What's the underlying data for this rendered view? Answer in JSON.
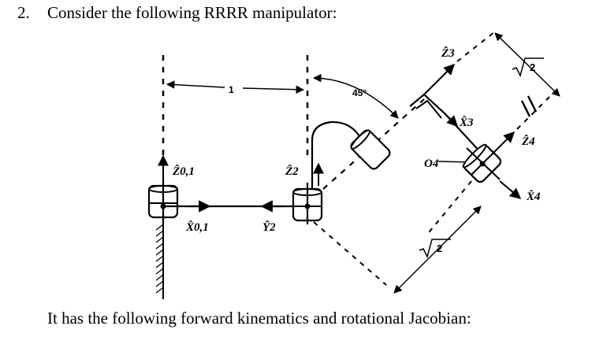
{
  "question": {
    "number": "2.",
    "text": "Consider the following RRRR manipulator:"
  },
  "figure": {
    "labels": {
      "z01": "Ẑ0,1",
      "x01": "X̂0,1",
      "z2": "Ẑ2",
      "y2": "Ŷ2",
      "z3": "Ẑ3",
      "x3": "X̂3",
      "z4": "Ẑ4",
      "x4": "X̂4",
      "o4": "O4",
      "dim_1": "1",
      "angle": "45°",
      "sqrt2_top": "2",
      "sqrt2_bottom": "2"
    }
  },
  "footer": {
    "text": "It has the following forward kinematics and rotational Jacobian:"
  }
}
